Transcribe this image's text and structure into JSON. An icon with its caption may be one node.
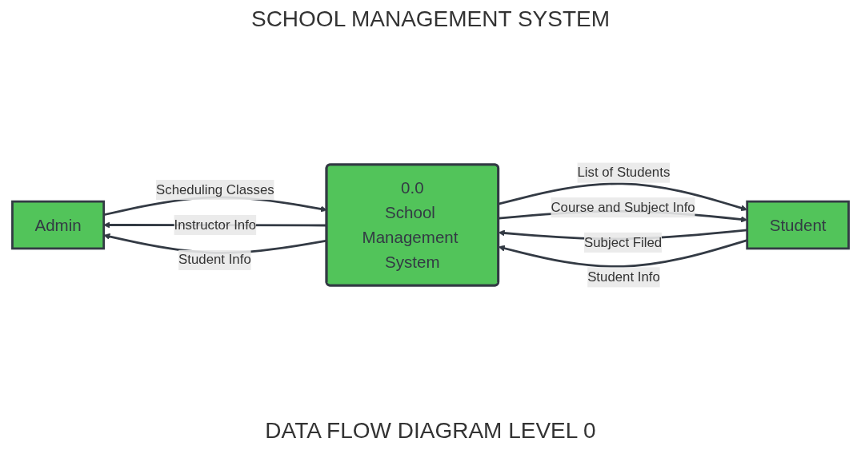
{
  "diagram": {
    "title": "SCHOOL MANAGEMENT SYSTEM",
    "caption": "DATA FLOW DIAGRAM LEVEL 0",
    "nodes": [
      {
        "text": [
          "Admin"
        ]
      },
      {
        "text": [
          "0.0",
          "School Management System"
        ]
      },
      {
        "text": [
          "Student"
        ]
      }
    ],
    "edges": [
      {
        "from": 1,
        "to": 0,
        "arrow": "to",
        "label": "Instructor Info"
      },
      {
        "from": 1,
        "to": 2,
        "arrow": "to",
        "label": "List of Students"
      },
      {
        "from": 1,
        "to": 0,
        "arrow": "to",
        "label": "Student Info"
      },
      {
        "from": 2,
        "to": 1,
        "arrow": "to",
        "label": "Subject Filed"
      },
      {
        "from": 2,
        "to": 1,
        "arrow": "to",
        "label": "Student Info"
      },
      {
        "from": 0,
        "to": 1,
        "arrow": "to",
        "label": "Scheduling Classes"
      },
      {
        "from": 1,
        "to": 2,
        "arrow": "to",
        "label": "Course and Subject Info"
      }
    ]
  }
}
